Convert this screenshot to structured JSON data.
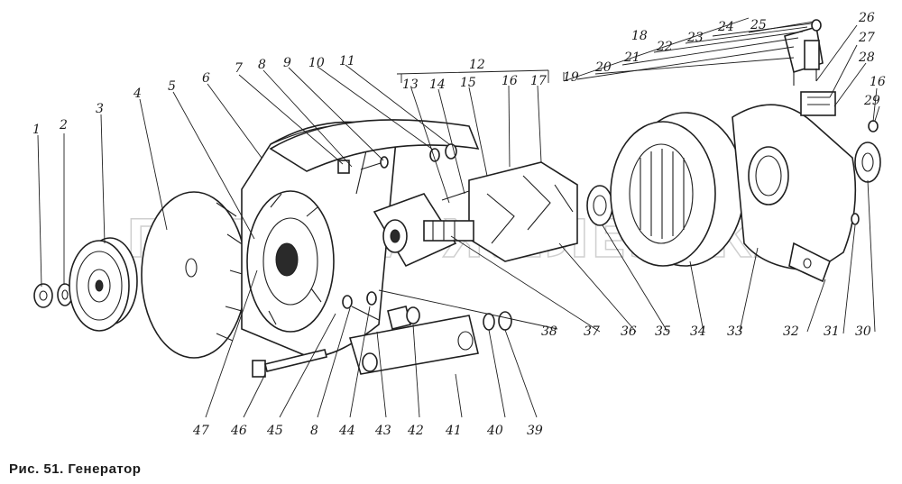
{
  "watermark": "ПЛАНЕТА ЖЕЛЕЗЯКА",
  "caption": "Рис. 51. Генератор",
  "labels": {
    "n1": "1",
    "n2": "2",
    "n3": "3",
    "n4": "4",
    "n5": "5",
    "n6": "6",
    "n7": "7",
    "n8": "8",
    "n9": "9",
    "n10": "10",
    "n11": "11",
    "n12": "12",
    "n13": "13",
    "n14": "14",
    "n15": "15",
    "n16": "16",
    "n17": "17",
    "n18": "18",
    "n19": "19",
    "n20": "20",
    "n21": "21",
    "n22": "22",
    "n23": "23",
    "n24": "24",
    "n25": "25",
    "n26": "26",
    "n27": "27",
    "n28": "28",
    "n29": "29",
    "n30": "30",
    "n31": "31",
    "n32": "32",
    "n33": "33",
    "n34": "34",
    "n35": "35",
    "n36": "36",
    "n37": "37",
    "n38": "38",
    "n39": "39",
    "n40": "40",
    "n41": "41",
    "n42": "42",
    "n43": "43",
    "n44": "44",
    "n45": "45",
    "n46": "46",
    "n47": "47"
  }
}
